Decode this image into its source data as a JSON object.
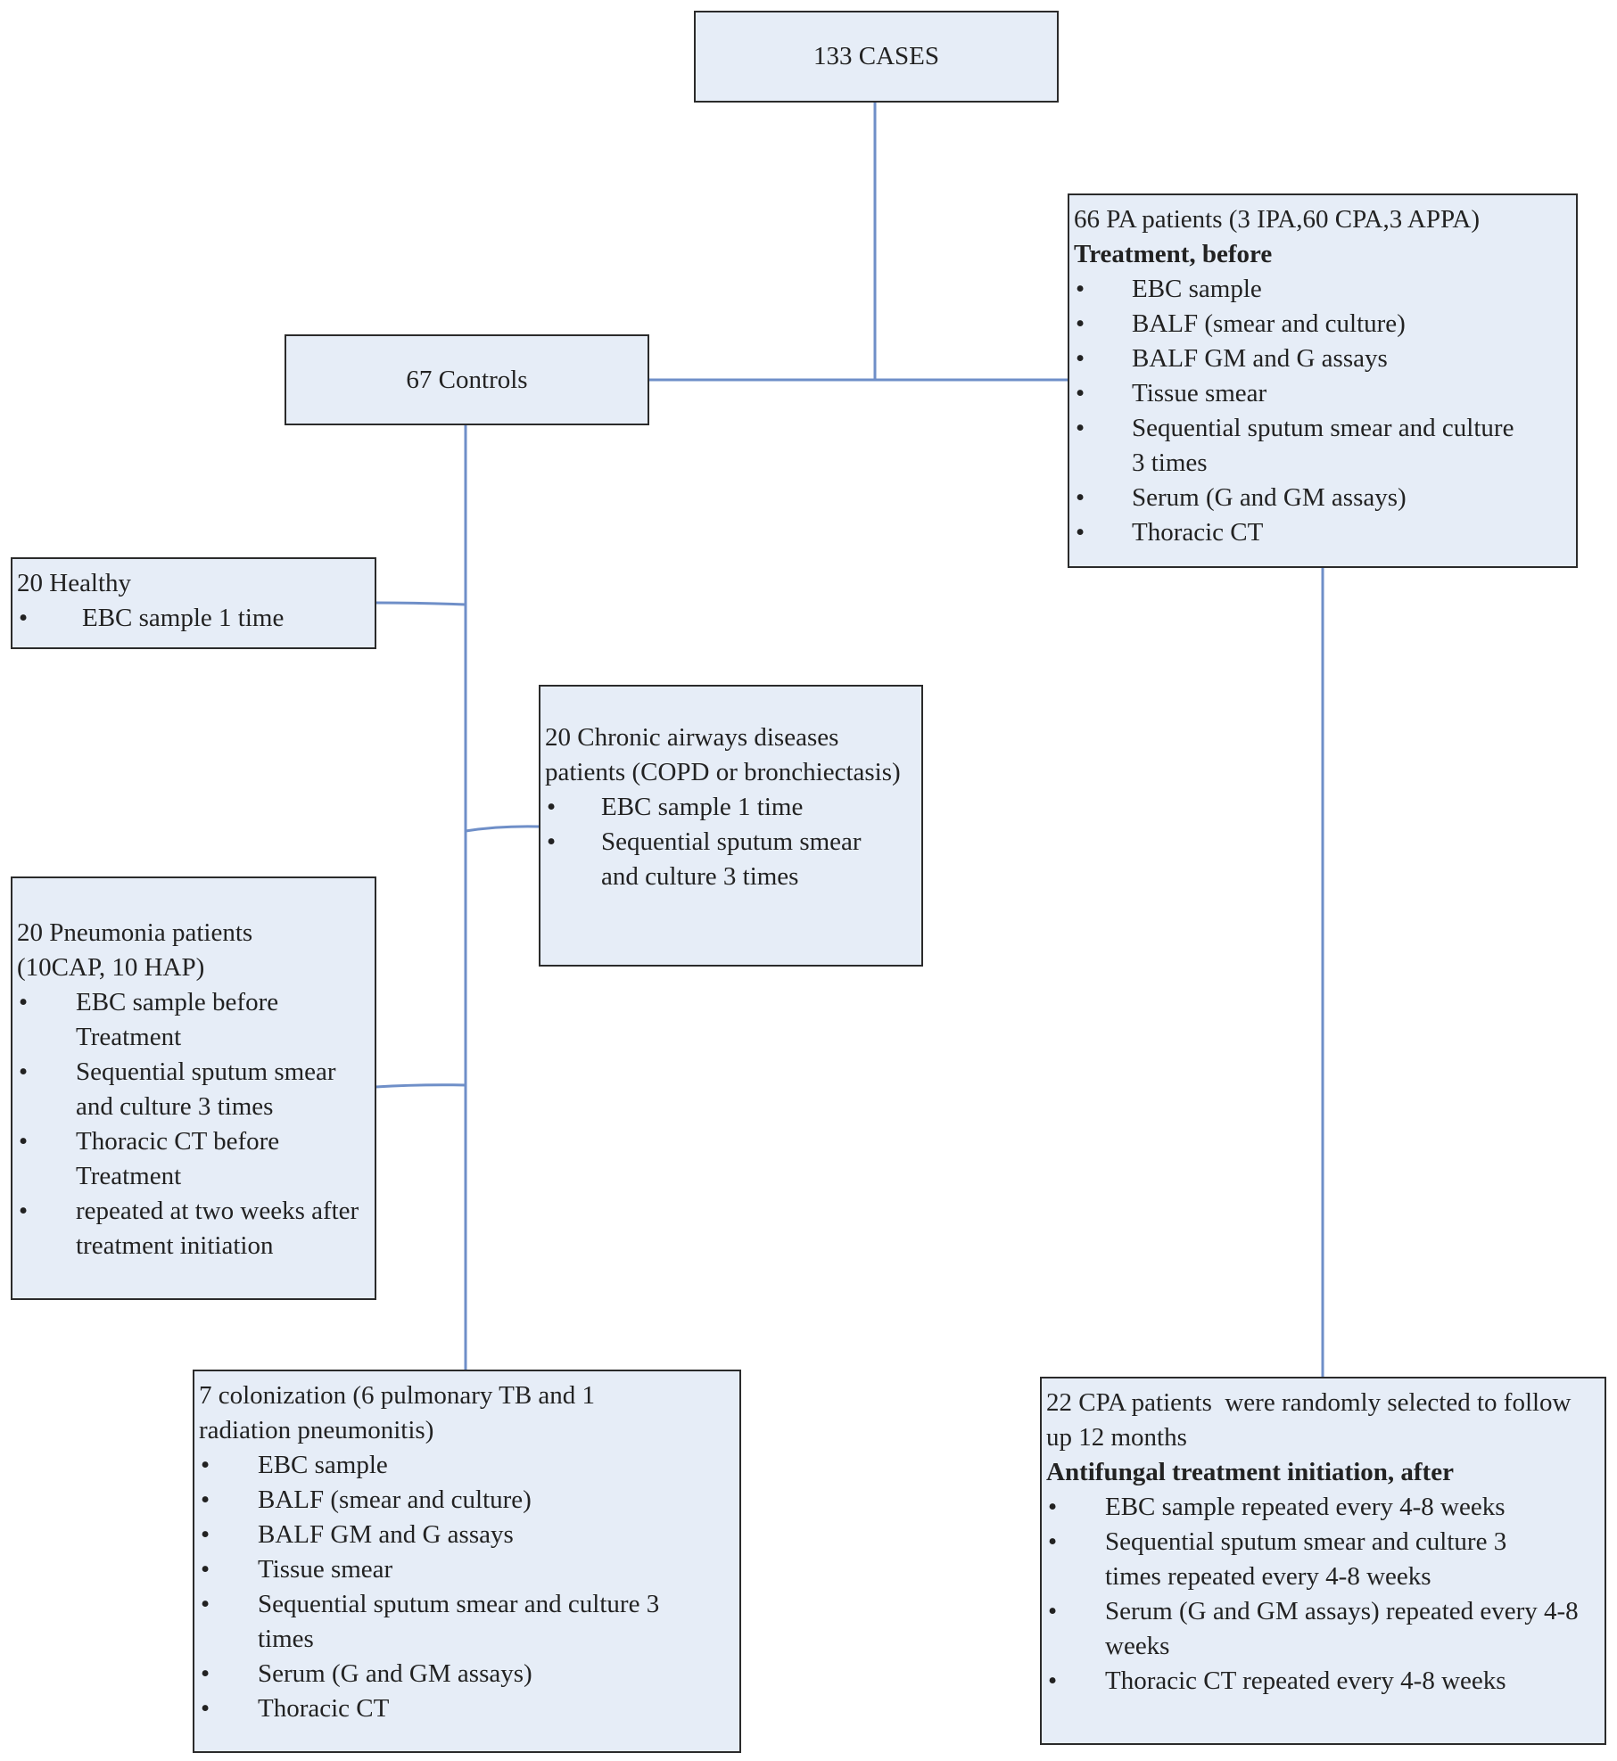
{
  "colors": {
    "box_fill": "#e6edf7",
    "box_border": "#2b2b2b",
    "connector": "#6f8fc8"
  },
  "bullet_glyph": "•",
  "root": {
    "title": "133 CASES"
  },
  "controls": {
    "title": "67 Controls"
  },
  "pa_patients": {
    "title": "66 PA patients (3 IPA,60 CPA,3 APPA)",
    "subtitle": "Treatment, before",
    "items": [
      "EBC sample",
      "BALF (smear and culture)",
      "BALF GM and G assays",
      "Tissue smear",
      "Sequential sputum smear and culture 3 times",
      "Serum (G and GM assays)",
      "Thoracic CT"
    ]
  },
  "healthy": {
    "title": "20 Healthy",
    "items": [
      "EBC sample 1 time"
    ]
  },
  "chronic": {
    "title": "20 Chronic airways diseases patients (COPD or bronchiectasis)",
    "items": [
      "EBC sample 1 time",
      "Sequential sputum smear and culture 3 times"
    ]
  },
  "pneumonia": {
    "title": "20 Pneumonia patients (10CAP, 10 HAP)",
    "items": [
      "EBC sample before Treatment",
      "Sequential sputum smear and culture 3 times",
      "Thoracic CT before Treatment",
      "repeated at two weeks after treatment initiation"
    ]
  },
  "colonization": {
    "title": "7 colonization (6 pulmonary TB and 1 radiation pneumonitis)",
    "items": [
      "EBC sample",
      "BALF (smear and culture)",
      "BALF GM and G assays",
      "Tissue smear",
      "Sequential sputum smear and culture 3 times",
      "Serum (G and GM assays)",
      "Thoracic CT"
    ]
  },
  "cpa_followup": {
    "title": "22 CPA patients  were randomly selected to follow up 12 months",
    "subtitle": "Antifungal treatment initiation, after",
    "items": [
      "EBC sample repeated every 4-8 weeks",
      "Sequential sputum smear and culture 3 times repeated every 4-8 weeks",
      "Serum (G and GM assays) repeated every 4-8 weeks",
      "Thoracic CT repeated every 4-8 weeks"
    ]
  }
}
